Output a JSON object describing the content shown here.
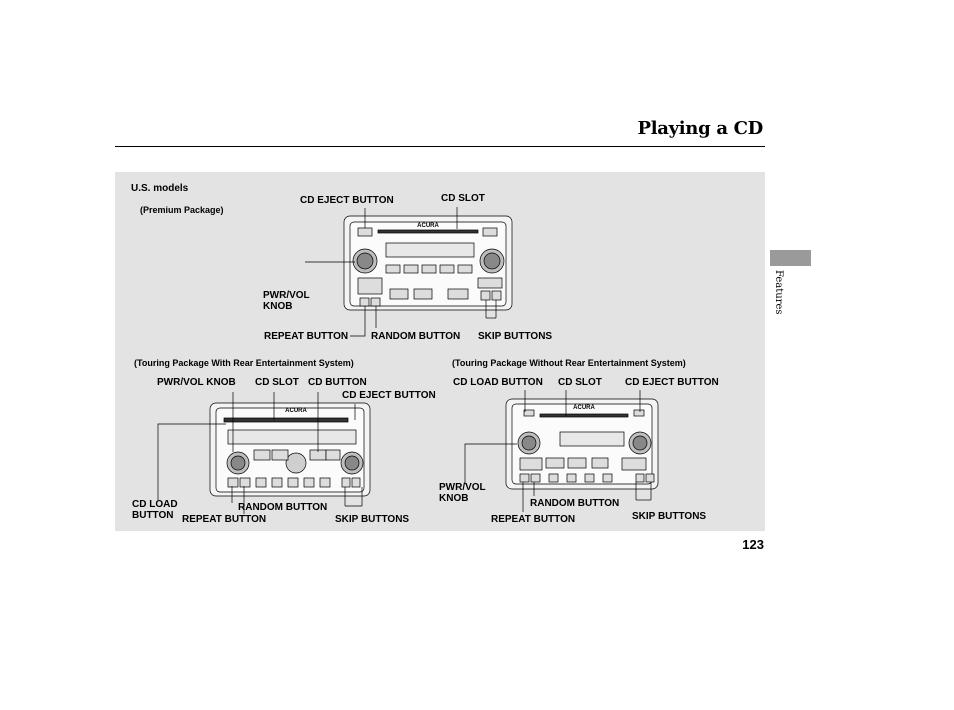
{
  "header": {
    "title": "Playing a CD"
  },
  "side_tab": {
    "label": "Features"
  },
  "footer": {
    "page_number": "123"
  },
  "figure": {
    "region_label": "U.S. models",
    "premium": {
      "caption": "(Premium Package)",
      "brand": "ACURA",
      "labels": {
        "cd_eject": "CD EJECT BUTTON",
        "cd_slot": "CD SLOT",
        "pwr_vol": "PWR/VOL\nKNOB",
        "repeat": "REPEAT BUTTON",
        "random": "RANDOM BUTTON",
        "skip": "SKIP BUTTONS"
      }
    },
    "touring_rear": {
      "caption": "(Touring Package With Rear Entertainment System)",
      "brand": "ACURA",
      "labels": {
        "pwr_vol": "PWR/VOL KNOB",
        "cd_slot": "CD SLOT",
        "cd_button": "CD BUTTON",
        "cd_eject": "CD EJECT BUTTON",
        "cd_load": "CD LOAD\nBUTTON",
        "random": "RANDOM BUTTON",
        "repeat": "REPEAT BUTTON",
        "skip": "SKIP BUTTONS"
      }
    },
    "touring_no_rear": {
      "caption": "(Touring Package Without Rear Entertainment System)",
      "brand": "ACURA",
      "labels": {
        "cd_load": "CD LOAD BUTTON",
        "cd_slot": "CD SLOT",
        "cd_eject": "CD EJECT BUTTON",
        "pwr_vol": "PWR/VOL\nKNOB",
        "random": "RANDOM BUTTON",
        "repeat": "REPEAT BUTTON",
        "skip": "SKIP BUTTONS"
      }
    }
  }
}
